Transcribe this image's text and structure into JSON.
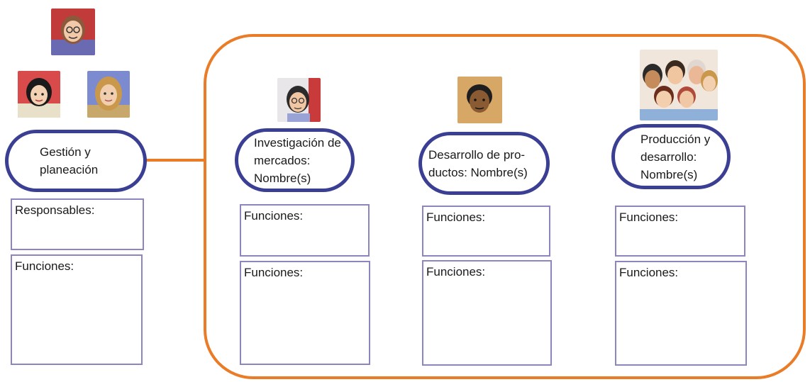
{
  "management": {
    "title": "Gestión y\nplaneación",
    "responsables_label": "Responsables:",
    "funciones_label": "Funciones:"
  },
  "departments": [
    {
      "title": "Investigación de\nmercados:\nNombre(s)",
      "box1_label": "Funciones:",
      "box2_label": "Funciones:"
    },
    {
      "title": "Desarrollo de pro-\nductos: Nombre(s)",
      "box1_label": "Funciones:",
      "box2_label": "Funciones:"
    },
    {
      "title": "Producción y\ndesarrollo:\nNombre(s)",
      "box1_label": "Funciones:",
      "box2_label": "Funciones:"
    }
  ],
  "colors": {
    "pill_border": "#3b3f94",
    "box_border": "#8c86c0",
    "frame": "#ea7c28"
  },
  "icons": [
    "boss-portrait",
    "employee-woman-portrait",
    "employee-woman-blonde-portrait",
    "researcher-portrait",
    "developer-portrait",
    "production-team-portrait"
  ]
}
